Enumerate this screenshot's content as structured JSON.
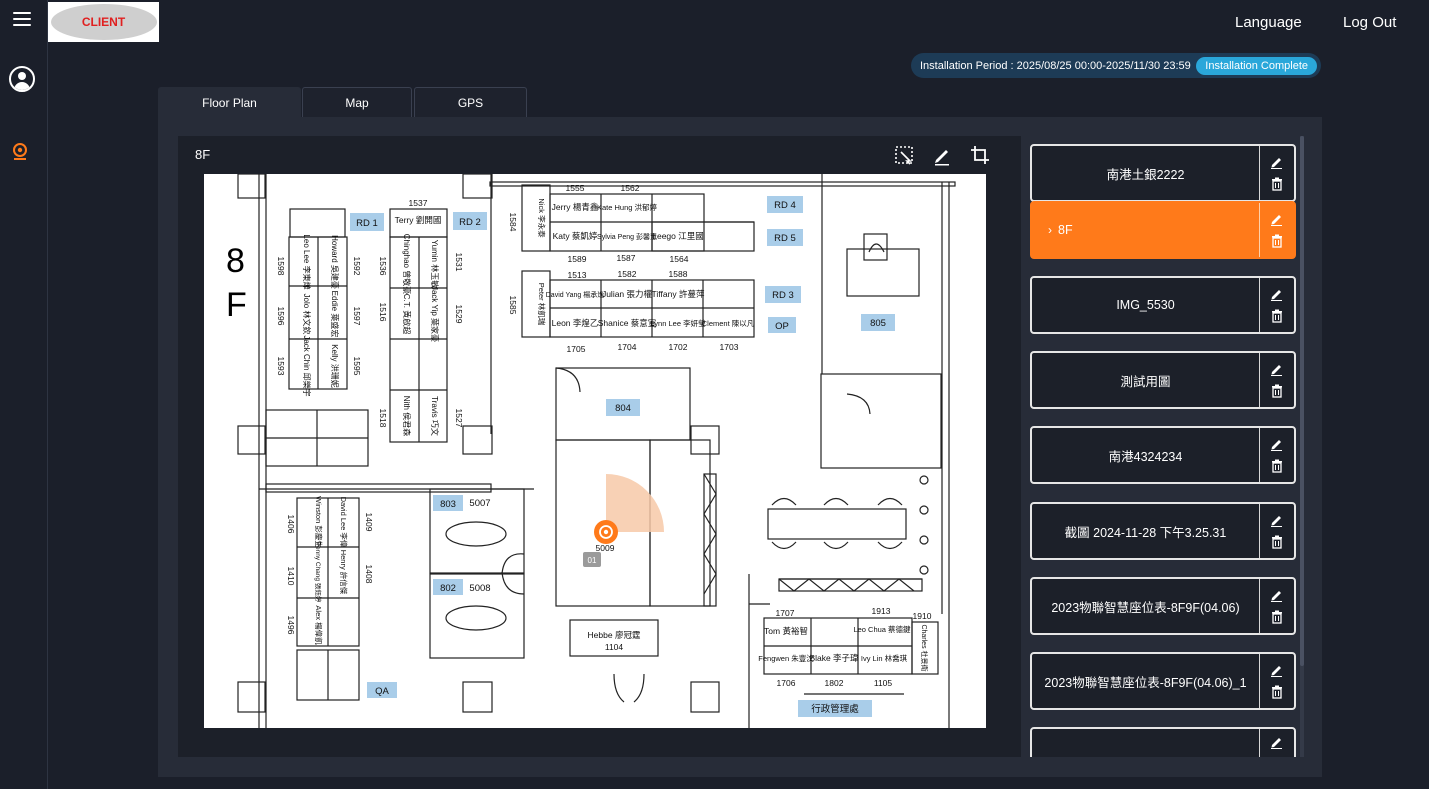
{
  "header": {
    "logo_text": "CLIENT",
    "language_label": "Language",
    "logout_label": "Log Out"
  },
  "installation": {
    "period_text": "Installation Period : 2025/08/25 00:00-2025/11/30 23:59",
    "status_label": "Installation Complete"
  },
  "tabs": [
    {
      "label": "Floor Plan",
      "active": true
    },
    {
      "label": "Map",
      "active": false
    },
    {
      "label": "GPS",
      "active": false
    }
  ],
  "viewer": {
    "floor_title": "8F"
  },
  "floor_plan": {
    "big_label_top": "8",
    "big_label_bottom": "F",
    "rooms": [
      "RD 1",
      "RD 2",
      "RD 4",
      "RD 5",
      "RD 3",
      "OP",
      "805",
      "804",
      "803",
      "802",
      "QA",
      "行政管理處"
    ],
    "meeting_rooms": [
      "5007",
      "5008"
    ],
    "seat_numbers_top": [
      "1537",
      "1555",
      "1562",
      "1589",
      "1587",
      "1564",
      "1513",
      "1582",
      "1588",
      "1705",
      "1704",
      "1702",
      "1703"
    ],
    "names_top": [
      "Terry 劉開國",
      "Jerry 楊青鑫",
      "Kate Hung 洪郁婷",
      "Katy 蔡凱婷",
      "Sylvia Peng 彭馨慧",
      "Leego 江里國",
      "David Yang 楊承逸",
      "Julian 張力權",
      "Tiffany 許蔓萍",
      "Leon 李煌乙",
      "Shanice 蔡意宣",
      "Lynn Lee 李妍瑩",
      "Clement 陳以凡",
      "Nick 李永泰",
      "Peter 林凱瑞"
    ],
    "left_names": [
      "Leo Lee 李東燁",
      "Howard 吳建豪",
      "Jolo 林文欽",
      "Eddie 葉盛宏",
      "Jack Chin 邱樂宇",
      "Kelly 洪珊妮",
      "Chinghao 曾敬豪",
      "Yumin 林玉敏",
      "C.T. 黃啟超",
      "Jack Yip 葉家豪",
      "Nith 侯君森",
      "Travis 巧文"
    ],
    "left_numbers": [
      "1598",
      "1592",
      "1596",
      "1597",
      "1593",
      "1595",
      "1536",
      "1531",
      "1516",
      "1529",
      "1518",
      "1527",
      "1584",
      "1585"
    ],
    "bottom_left_names": [
      "Winston 彭慶生",
      "David Lee 李偉",
      "Penny Chang 張鈺婷",
      "Henry 許信傑",
      "Alex 楊偉凱"
    ],
    "bottom_left_numbers": [
      "1406",
      "1409",
      "1410",
      "1408",
      "1496"
    ],
    "bottom_right": [
      {
        "num": "1707",
        "name": "Tom 黃裕智"
      },
      {
        "num": "1913",
        "name": "Leo Chua 蔡德鍵"
      },
      {
        "num": "1910",
        "name": "Charles 杜景衛"
      },
      {
        "num": "1706",
        "name": "Fengwen 朱豐汶"
      },
      {
        "num": "1802",
        "name": "Blake 李子瑋"
      },
      {
        "num": "1105",
        "name": "Ivy Lin 林喬琪"
      }
    ],
    "hebbe": {
      "name": "Hebbe 廖冠霆",
      "num": "1104"
    },
    "marker": {
      "id": "5009",
      "tag": "01"
    }
  },
  "list": {
    "items": [
      {
        "name": "南港土銀2222",
        "active": false
      },
      {
        "name": "8F",
        "active": true
      },
      {
        "name": "IMG_5530",
        "active": false
      },
      {
        "name": "測試用圖",
        "active": false
      },
      {
        "name": "南港4324234",
        "active": false
      },
      {
        "name": "截圖 2024-11-28 下午3.25.31",
        "active": false
      },
      {
        "name": "2023物聯智慧座位表-8F9F(04.06)",
        "active": false
      },
      {
        "name": "2023物聯智慧座位表-8F9F(04.06)_1",
        "active": false
      },
      {
        "name": "",
        "active": false
      }
    ]
  },
  "colors": {
    "accent": "#ff7a1a",
    "status_badge": "#2aa7da",
    "background": "#1b1f2a"
  }
}
